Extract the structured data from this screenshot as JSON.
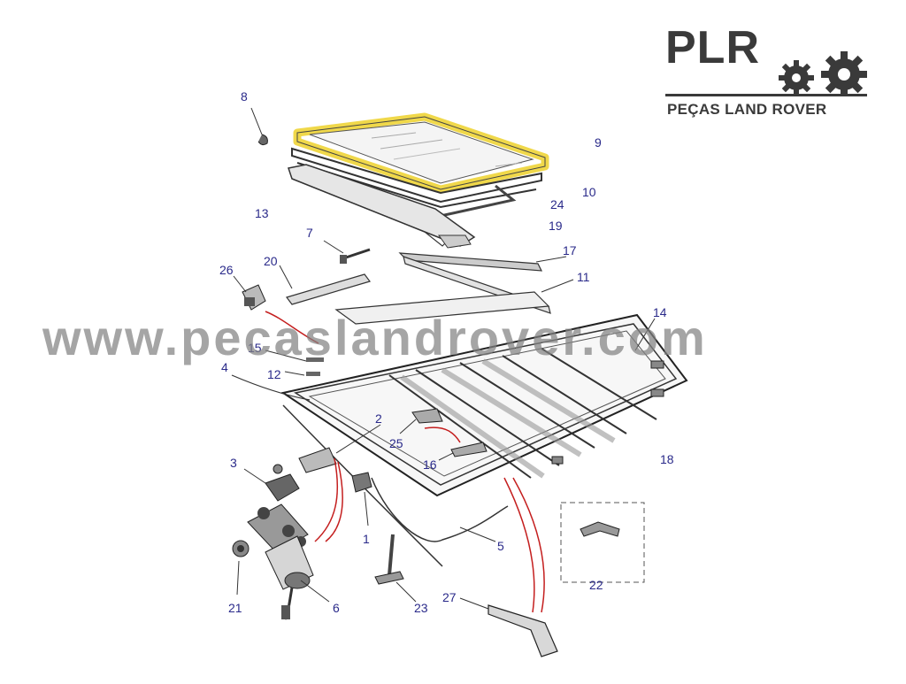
{
  "logo": {
    "brand": "PLR",
    "tagline": "PEÇAS LAND ROVER",
    "icon": "gears-icon",
    "color": "#3a3a3a"
  },
  "watermark": "www.pecaslandrover.com",
  "highlight_color": "#f0d84a",
  "label_color": "#2a2a8a",
  "callout_color": "#c41e1e",
  "parts": [
    "1",
    "2",
    "3",
    "4",
    "5",
    "6",
    "7",
    "8",
    "9",
    "10",
    "11",
    "12",
    "13",
    "14",
    "15",
    "16",
    "17",
    "18",
    "19",
    "20",
    "21",
    "22",
    "23",
    "24",
    "25",
    "26",
    "27"
  ]
}
